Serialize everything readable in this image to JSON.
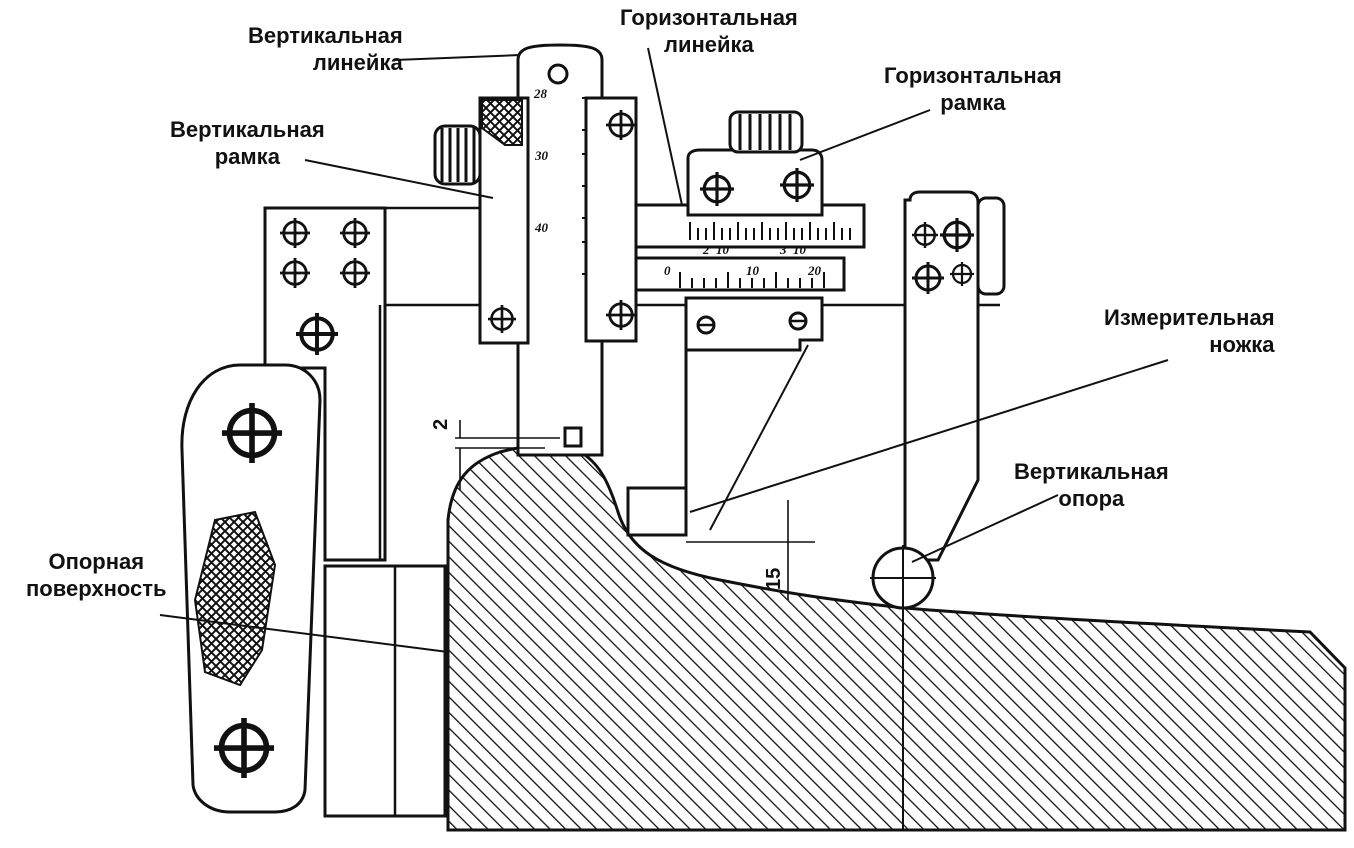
{
  "labels": {
    "vertical_ruler": [
      "Вертикальная",
      "линейка"
    ],
    "horizontal_ruler": [
      "Горизонтальная",
      "линейка"
    ],
    "horizontal_frame": [
      "Горизонтальная",
      "рамка"
    ],
    "vertical_frame": [
      "Вертикальная",
      "рамка"
    ],
    "measuring_leg": [
      "Измерительная",
      "ножка"
    ],
    "vertical_support": [
      "Вертикальная",
      "опора"
    ],
    "support_surface": [
      "Опорная",
      "поверхность"
    ]
  },
  "dimensions": {
    "top_offset": "2",
    "leg_offset": "15"
  },
  "vertical_scale_numbers": [
    "28",
    "30",
    "40"
  ],
  "horizontal_scale_numbers": [
    "0",
    "10",
    "20",
    "2",
    "10",
    "3",
    "10"
  ]
}
